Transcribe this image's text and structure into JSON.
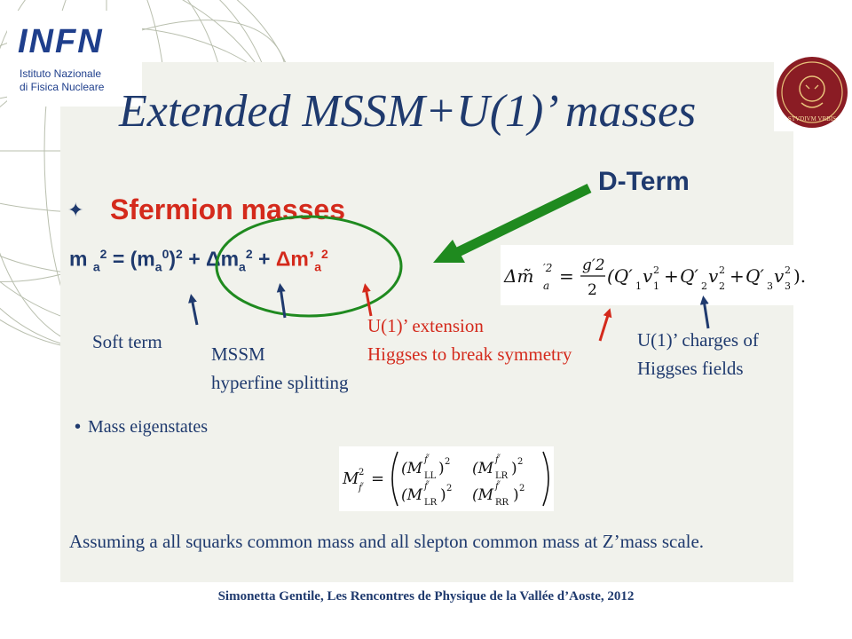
{
  "logos": {
    "infn": {
      "letters": "INFN",
      "line1": "Istituto Nazionale",
      "line2": "di Fisica Nucleare"
    },
    "seal": {
      "text": "STVDIVM VRBIS"
    }
  },
  "slide": {
    "title": "Extended MSSM+U(1)’ masses",
    "dterm": "D-Term",
    "bullet": "Sfermion masses",
    "equation": {
      "lhs_m": "m",
      "lhs_a": "a",
      "lhs_pow": "2",
      "equals": " = (m",
      "m0_sub": "a",
      "m0_sup": "0",
      "close": ")",
      "close_pow": "2",
      "plus1": " + Δm",
      "dm_sub": "a",
      "dm_sup": "2",
      "plus2": " + ",
      "dmp": "Δm’",
      "dmp_sub": "a",
      "dmp_sup": "2"
    },
    "labels": {
      "soft": "Soft term",
      "mssm1": "MSSM",
      "mssm2": "hyperfine splitting",
      "u1ext1": "U(1)’ extension",
      "u1ext2": "Higgses to break symmetry",
      "charges1": "U(1)’ charges of",
      "charges2": "Higgses fields"
    },
    "mass_eigenstates": "Mass eigenstates",
    "assumption": "Assuming a all squarks  common mass and all slepton common mass  at Z’mass scale.",
    "footer": "Simonetta Gentile, Les Rencontres de Physique de la Vallée d’Aoste, 2012"
  },
  "formulas": {
    "dterm_formula": {
      "lhs_delta": "Δm̃",
      "lhs_sup": "′2",
      "lhs_sub": "a",
      "eq": "=",
      "num": "g′2",
      "den": "2",
      "q1": "(Q′",
      "q1s": "1",
      "v1": "v",
      "v1s": "2",
      "v1b": "1",
      "plus": "+",
      "q2": "Q′",
      "q2s": "2",
      "v2": "v",
      "v2s": "2",
      "v2b": "2",
      "q3": "Q′",
      "q3s": "3",
      "v3": "v",
      "v3s": "2",
      "v3b": "3",
      "end": ")."
    },
    "mass_matrix": {
      "lhs": "M",
      "lhs_sup": "2",
      "lhs_sub": "f̃",
      "eq": "=",
      "mll": "(M",
      "ll_sub": "LL",
      "ll_sup": "f̃",
      "sq": ")",
      "two": "2",
      "mlr": "(M",
      "lr_sub": "LR",
      "lr_sup": "f̃",
      "mrr": "(M",
      "rr_sub": "RR",
      "rr_sup": "f̃"
    }
  },
  "colors": {
    "title_blue": "#1f3a6e",
    "red": "#d42a1c",
    "green": "#1f8a1f",
    "panel": "#f1f2ec"
  }
}
